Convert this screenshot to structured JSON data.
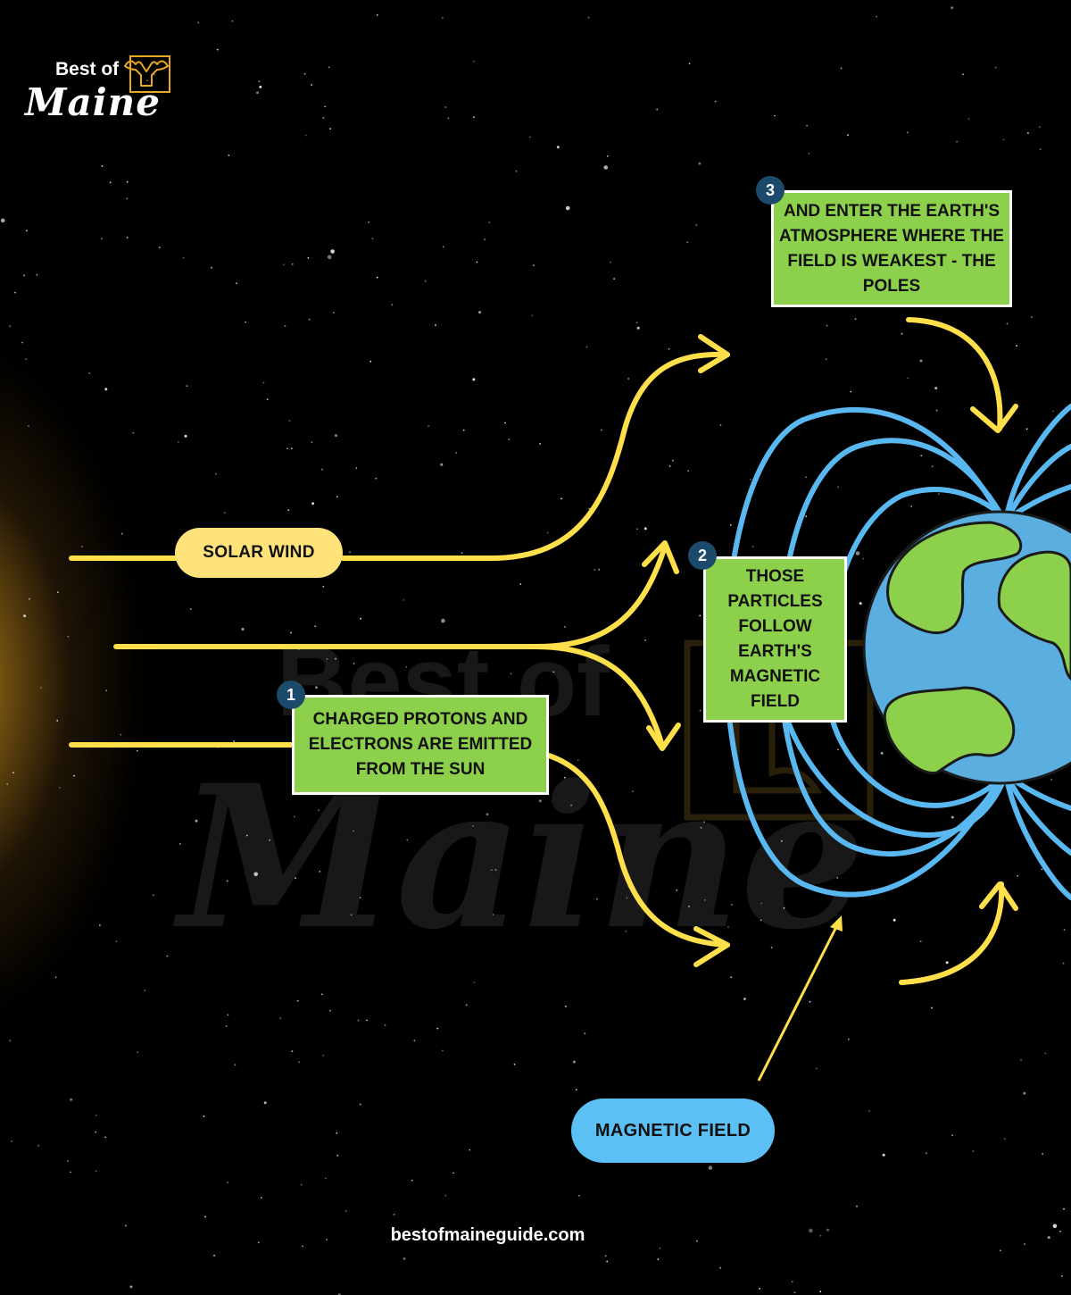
{
  "brand": {
    "logo_small": "Best of",
    "logo_large": "Maine",
    "watermark_small": "Best of",
    "watermark_large": "Maine",
    "website": "bestofmaineguide.com"
  },
  "labels": {
    "solar_wind": "SOLAR WIND",
    "magnetic_field": "MAGNETIC FIELD"
  },
  "steps": [
    {
      "number": "1",
      "text": "CHARGED PROTONS AND ELECTRONS ARE EMITTED FROM THE SUN"
    },
    {
      "number": "2",
      "text": "THOSE PARTICLES FOLLOW EARTH'S MAGNETIC FIELD"
    },
    {
      "number": "3",
      "text": "AND ENTER THE EARTH'S ATMOSPHERE WHERE THE FIELD IS WEAKEST - THE POLES"
    }
  ],
  "colors": {
    "background": "#000000",
    "sun_glow": "#ecb028",
    "arrow_yellow": "#ffe04a",
    "field_lines": "#5ab8f0",
    "step_box": "#8cd04b",
    "step_badge": "#1b4a6a",
    "solar_pill": "#ffe37a",
    "magnetic_pill": "#5dc0f5",
    "earth_ocean": "#5aaee0",
    "earth_land": "#8cd04b"
  },
  "icons": [
    "moose-icon",
    "earth-icon"
  ]
}
